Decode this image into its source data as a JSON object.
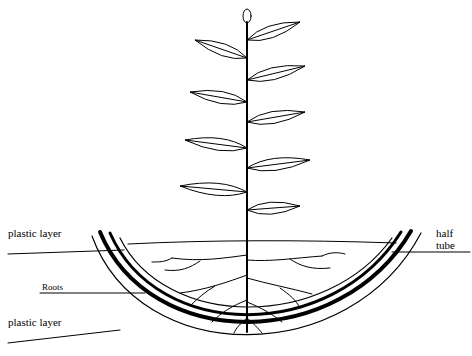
{
  "diagram": {
    "labels": [
      "plastic layer",
      "half tube",
      "Roots",
      "plastic layer"
    ]
  }
}
